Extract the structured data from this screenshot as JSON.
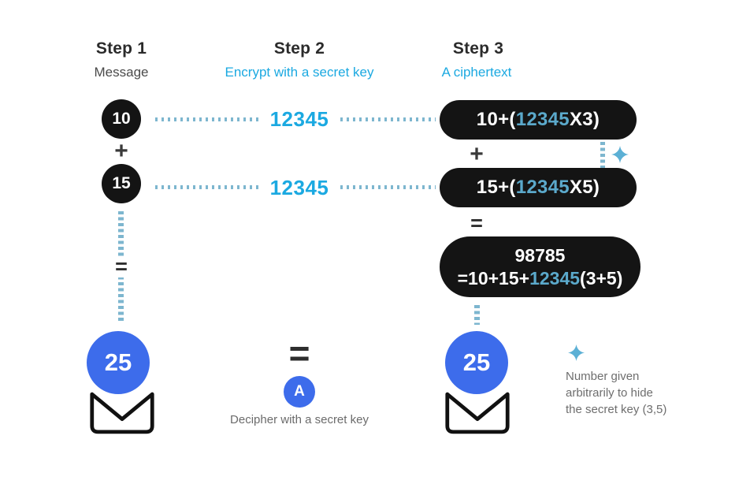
{
  "steps": [
    {
      "title": "Step 1",
      "subtitle": "Message"
    },
    {
      "title": "Step 2",
      "subtitle": "Encrypt with a secret key"
    },
    {
      "title": "Step 3",
      "subtitle": "A ciphertext"
    }
  ],
  "message": {
    "addend1": "10",
    "plus": "+",
    "addend2": "15",
    "equals": "=",
    "sum": "25"
  },
  "secret_key": "12345",
  "ciphertext": {
    "row1": {
      "pre": "10+(",
      "key": "12345",
      "post": "X3)"
    },
    "plus": "+",
    "row2": {
      "pre": "15+(",
      "key": "12345",
      "post": "X5)"
    },
    "equals": "=",
    "result": {
      "total": "98785",
      "pre": "=10+15+",
      "key": "12345",
      "post": "(3+5)"
    }
  },
  "decipher": {
    "equals": "=",
    "badge": "A",
    "caption": "Decipher with a secret key"
  },
  "note": {
    "line1": "Number given",
    "line2": "arbitrarily to hide",
    "line3": "the secret key (3,5)"
  },
  "icons": {
    "sparkle": "four-point-star",
    "envelope": "open-envelope"
  },
  "colors": {
    "accent_cyan": "#1ba9e1",
    "pill_key_teal": "#5ba9cb",
    "blue_circle": "#3d6ceb",
    "pill_black": "#141414",
    "dotted_line": "#7db6cf",
    "sparkle_blue": "#5cb0d5"
  }
}
